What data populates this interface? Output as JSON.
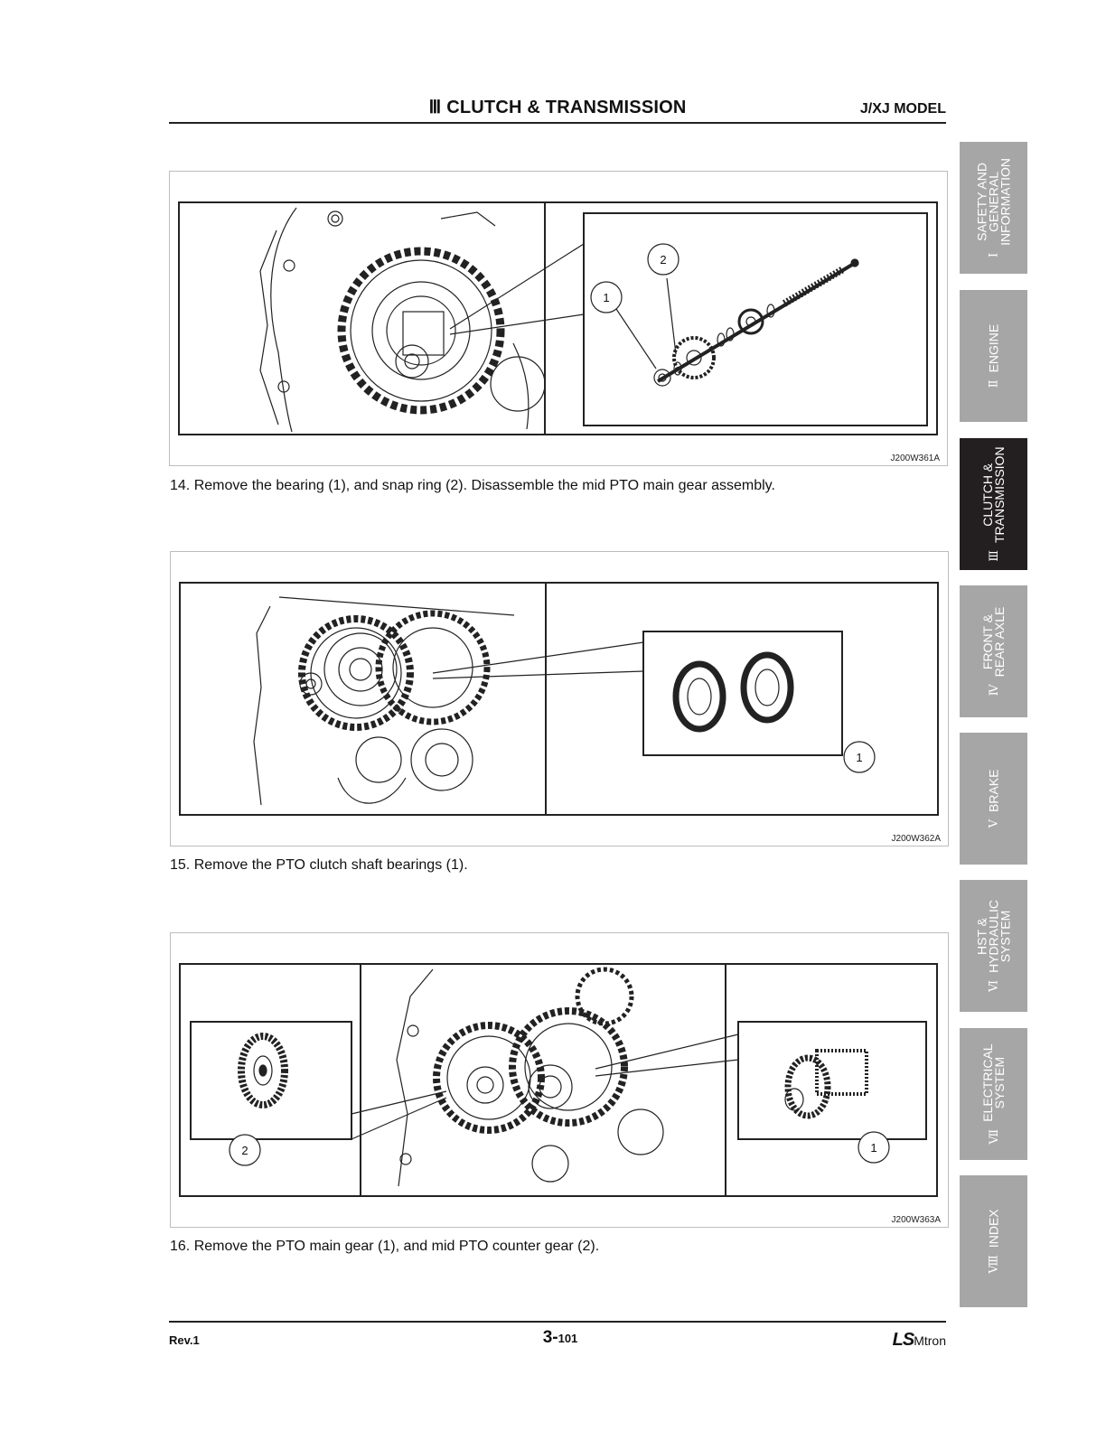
{
  "header": {
    "title": "Ⅲ CLUTCH & TRANSMISSION",
    "model": "J/XJ MODEL"
  },
  "figures": [
    {
      "code": "J200W361A",
      "callouts": [
        "1",
        "2"
      ]
    },
    {
      "code": "J200W362A",
      "callouts": [
        "1"
      ]
    },
    {
      "code": "J200W363A",
      "callouts": [
        "2",
        "1"
      ]
    }
  ],
  "steps": [
    "14. Remove the bearing (1), and snap ring (2). Disassemble the mid PTO main gear assembly.",
    "15. Remove the PTO clutch shaft bearings (1).",
    "16. Remove the PTO main gear (1), and mid PTO counter gear (2)."
  ],
  "tabs": [
    {
      "num": "Ⅰ",
      "lines": [
        "SAFETY AND",
        "GENERAL",
        "INFORMATION"
      ],
      "active": false
    },
    {
      "num": "Ⅱ",
      "lines": [
        "ENGINE"
      ],
      "active": false
    },
    {
      "num": "Ⅲ",
      "lines": [
        "CLUTCH &",
        "TRANSMISSION"
      ],
      "active": true
    },
    {
      "num": "Ⅳ",
      "lines": [
        "FRONT &",
        "REAR AXLE"
      ],
      "active": false
    },
    {
      "num": "Ⅴ",
      "lines": [
        "BRAKE"
      ],
      "active": false
    },
    {
      "num": "Ⅵ",
      "lines": [
        "HST &",
        "HYDRAULIC",
        "SYSTEM"
      ],
      "active": false
    },
    {
      "num": "Ⅶ",
      "lines": [
        "ELECTRICAL",
        "SYSTEM"
      ],
      "active": false
    },
    {
      "num": "Ⅷ",
      "lines": [
        "INDEX"
      ],
      "active": false
    }
  ],
  "footer": {
    "rev": "Rev.1",
    "page_section": "3-",
    "page_number": "101",
    "logo_ls": "LS",
    "logo_mtron": "Mtron"
  },
  "colors": {
    "active_tab": "#231f20",
    "inactive_tab": "#a6a6a6"
  }
}
